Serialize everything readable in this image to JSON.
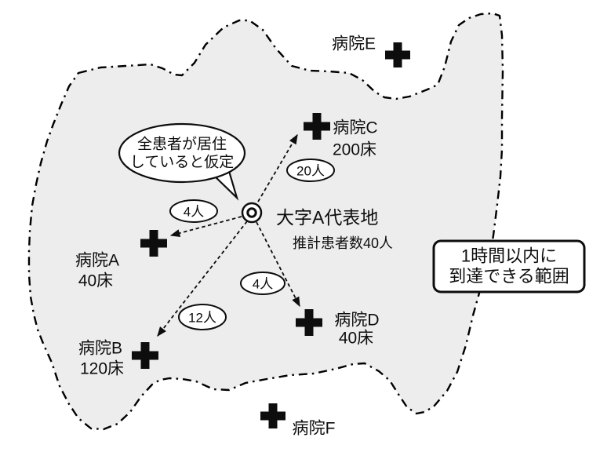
{
  "colors": {
    "region_fill": "#ededed",
    "line": "#0d0d0d",
    "background": "#ffffff"
  },
  "bubble": {
    "line1": "全患者が居住",
    "line2": "していると仮定"
  },
  "center_point": {
    "name": "大字A代表地",
    "subtitle": "推計患者数40人"
  },
  "hospitals": [
    {
      "name": "病院A",
      "beds": "40床"
    },
    {
      "name": "病院B",
      "beds": "120床"
    },
    {
      "name": "病院C",
      "beds": "200床"
    },
    {
      "name": "病院D",
      "beds": "40床"
    },
    {
      "name": "病院E",
      "beds": ""
    },
    {
      "name": "病院F",
      "beds": ""
    }
  ],
  "flows": [
    {
      "to": "病院C",
      "count": "20人"
    },
    {
      "to": "病院A",
      "count": "4人"
    },
    {
      "to": "病院D",
      "count": "4人"
    },
    {
      "to": "病院B",
      "count": "12人"
    }
  ],
  "legend": {
    "line1": "1時間以内に",
    "line2": "到達できる範囲"
  }
}
